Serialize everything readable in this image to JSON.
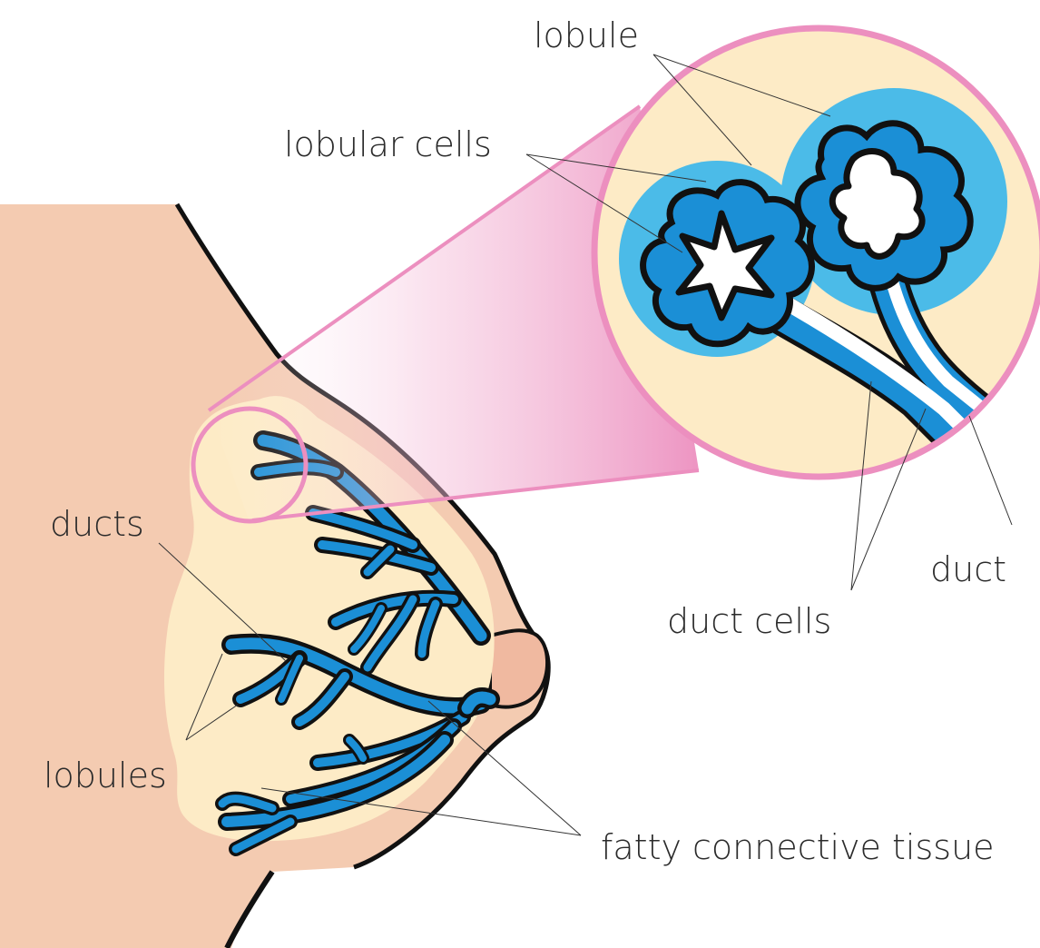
{
  "labels": {
    "lobule": "lobule",
    "lobular_cells": "lobular cells",
    "ducts": "ducts",
    "lobules": "lobules",
    "duct": "duct",
    "duct_cells": "duct cells",
    "fatty_tissue": "fatty connective tissue"
  },
  "colors": {
    "skin": "#f4cbb1",
    "fat": "#fdebc6",
    "lobule_blue": "#4bbbe8",
    "duct_blue": "#1b8fd6",
    "outline": "#111111",
    "magnify_ring": "#ec8fbf"
  }
}
